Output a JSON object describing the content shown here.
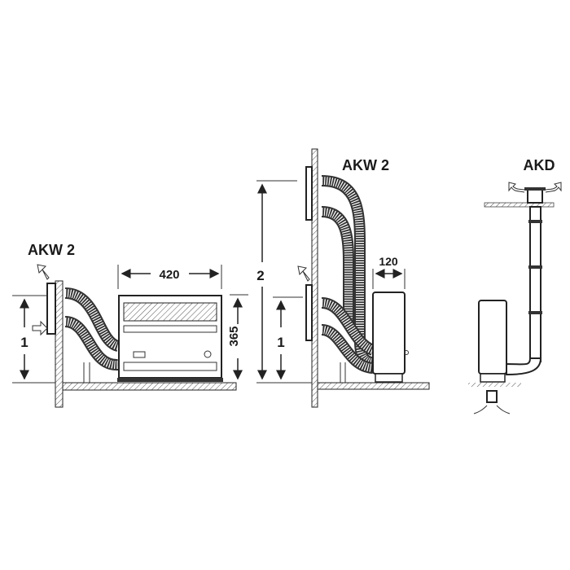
{
  "diagram": {
    "left": {
      "label": "AKW 2",
      "width_dim": "420",
      "height_dim": "365",
      "height_level": "1"
    },
    "middle": {
      "label": "AKW 2",
      "height_level_2": "2",
      "height_level_1": "1",
      "depth_dim": "120"
    },
    "right": {
      "label": "AKD"
    }
  },
  "colors": {
    "line": "#222222",
    "background": "#ffffff"
  }
}
